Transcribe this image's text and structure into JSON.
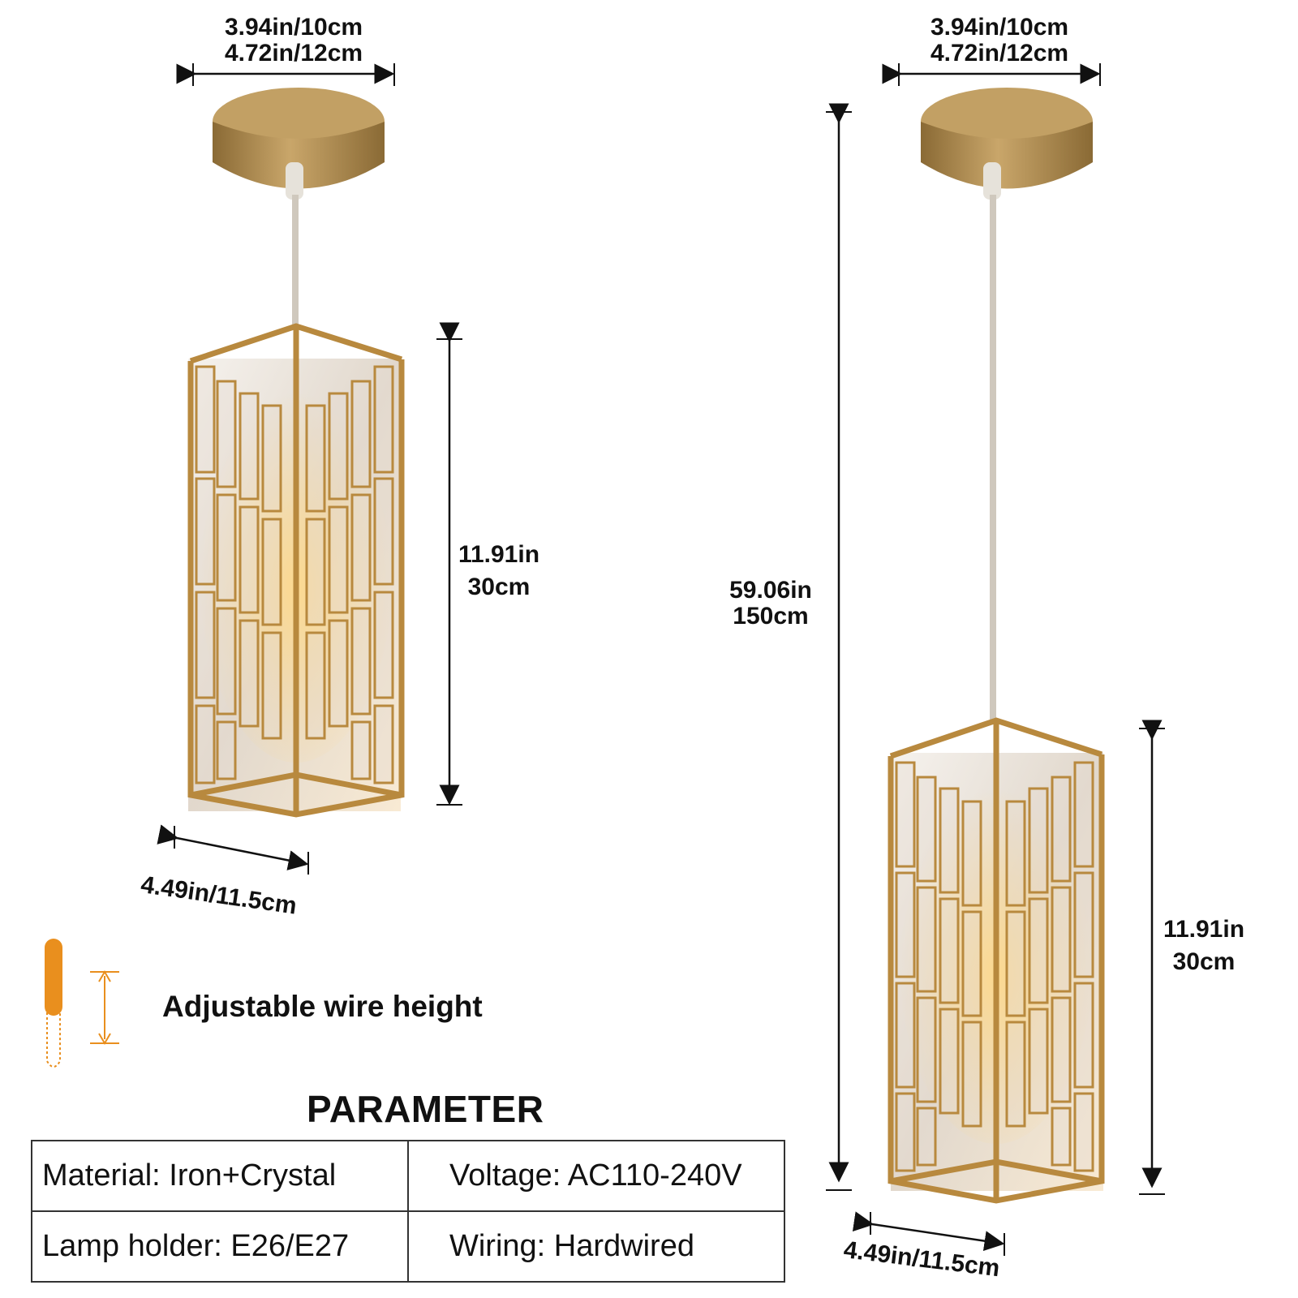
{
  "left_lamp": {
    "top_width": [
      "3.94in/10cm",
      "4.72in/12cm"
    ],
    "height": [
      "11.91in",
      "30cm"
    ],
    "base_width": "4.49in/11.5cm"
  },
  "right_lamp": {
    "top_width": [
      "3.94in/10cm",
      "4.72in/12cm"
    ],
    "total_height": [
      "59.06in",
      "150cm"
    ],
    "height": [
      "11.91in",
      "30cm"
    ],
    "base_width": "4.49in/11.5cm"
  },
  "adjustable": {
    "label": "Adjustable wire height",
    "accent_color": "#e98f1e"
  },
  "parameter": {
    "title": "PARAMETER",
    "rows": [
      [
        "Material: Iron+Crystal",
        "Voltage: AC110-240V"
      ],
      [
        "Lamp holder: E26/E27",
        "Wiring: Hardwired"
      ]
    ]
  },
  "colors": {
    "brass": "#b08a4a",
    "crystal": "#d9cfc2",
    "line": "#111111"
  }
}
